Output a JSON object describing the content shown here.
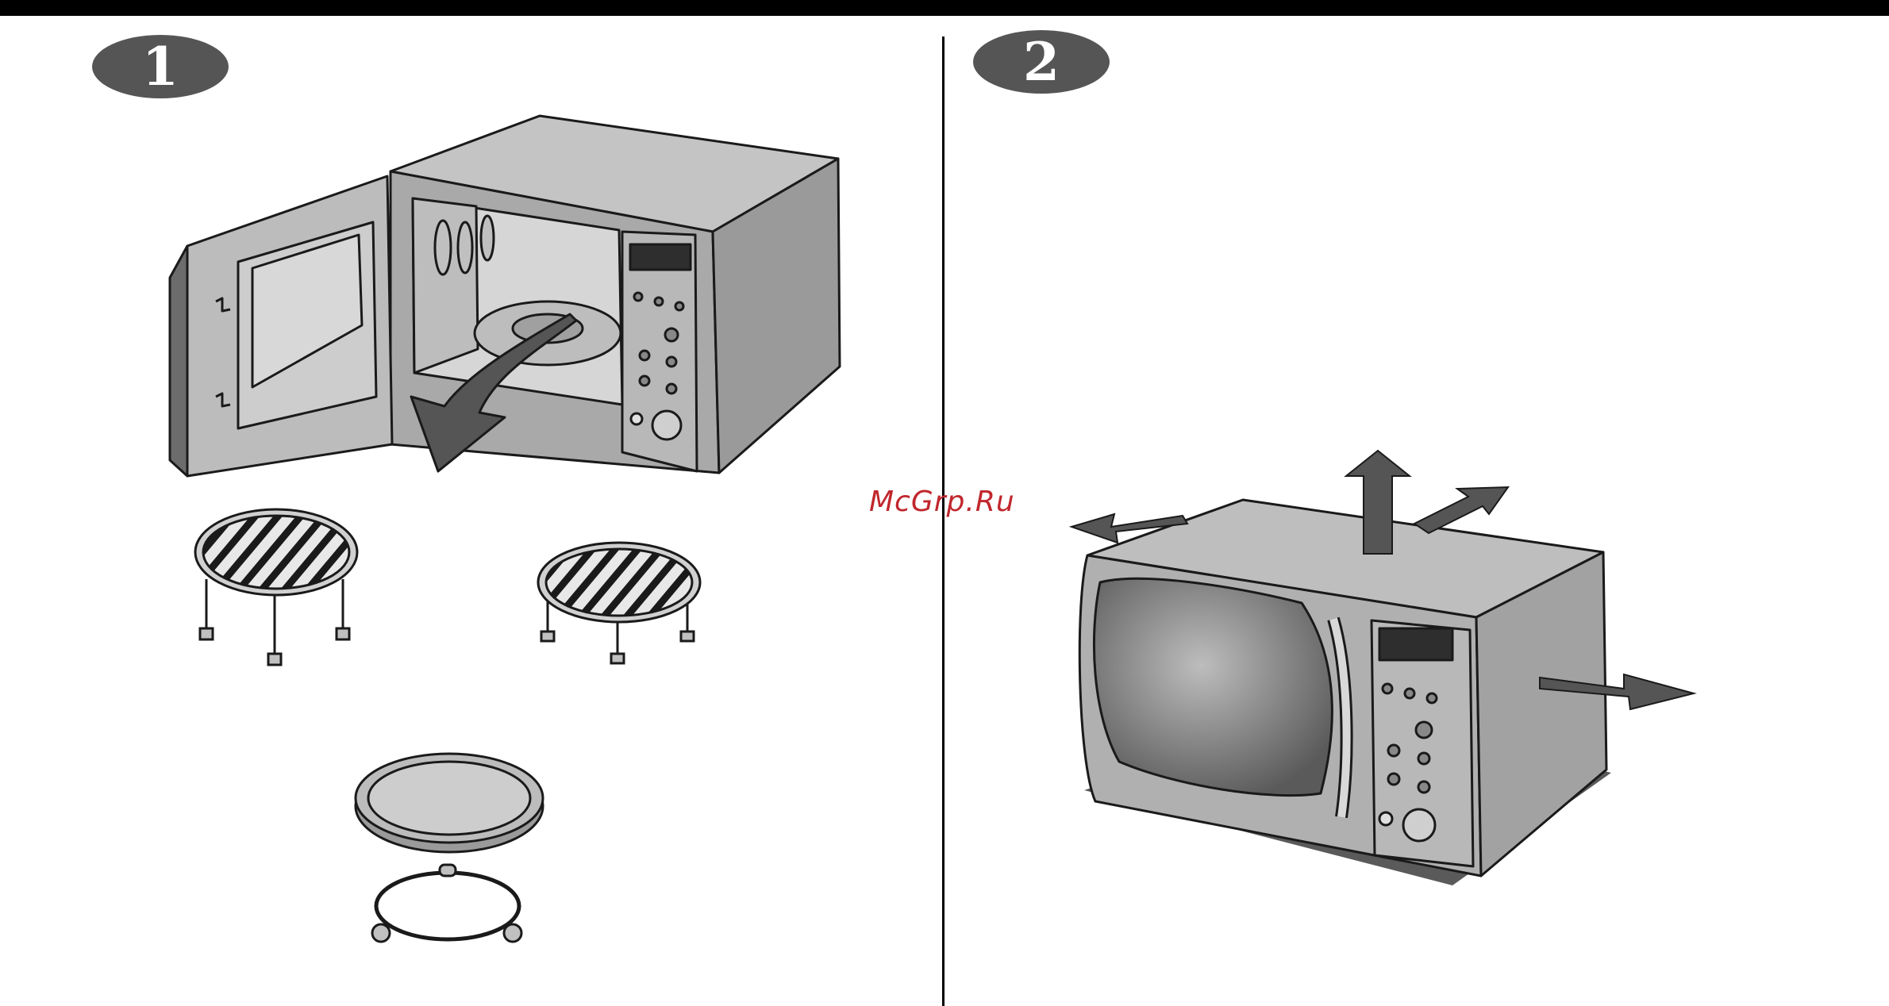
{
  "steps": [
    {
      "number": "1"
    },
    {
      "number": "2"
    }
  ],
  "watermark": {
    "text": "McGrp.Ru",
    "color": "#c0272d"
  },
  "colors": {
    "metal": "#b4b4b4",
    "metal_dark": "#8c8c8c",
    "arrow": "#555555",
    "outline": "#1a1a1a"
  }
}
